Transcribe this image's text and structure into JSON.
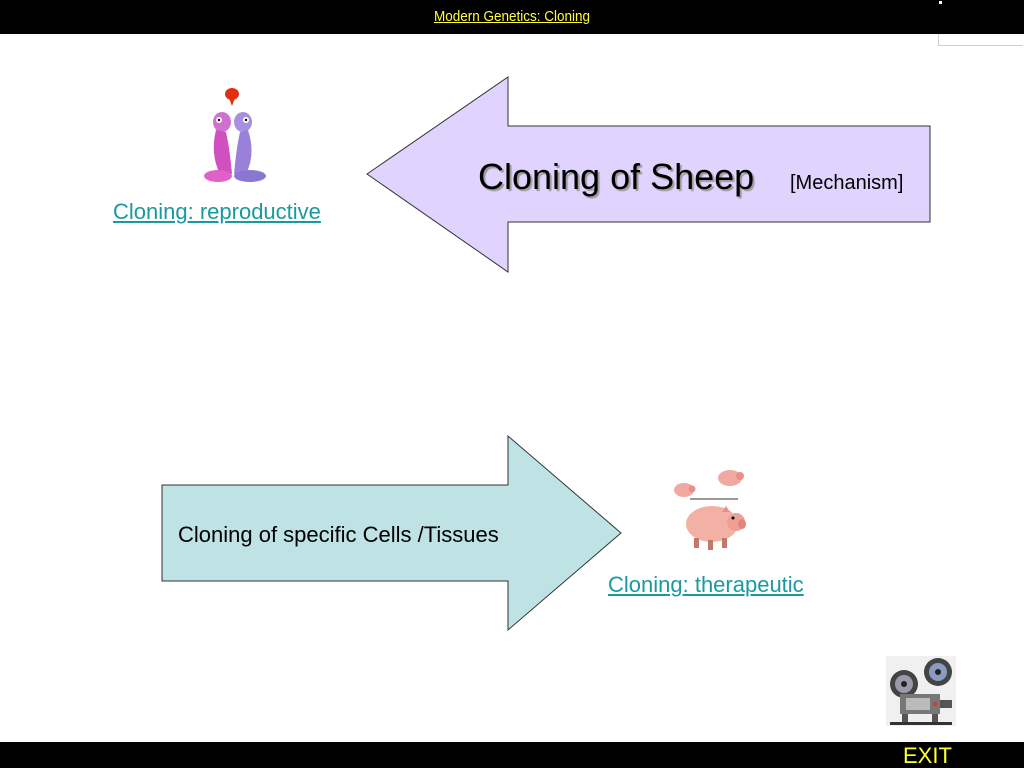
{
  "header": {
    "title": "Modern Genetics: Cloning"
  },
  "footer": {
    "exit_label": "EXIT"
  },
  "arrows": {
    "sheep": {
      "title": "Cloning of Sheep",
      "subtitle": "[Mechanism]",
      "color": "#e0d4ff"
    },
    "cells": {
      "title": "Cloning of specific Cells /Tissues",
      "color": "#bfe2e4"
    }
  },
  "links": {
    "reproductive": "Cloning: reproductive",
    "therapeutic": "Cloning: therapeutic"
  },
  "icons": {
    "reproductive_image": "cloned-creatures-icon",
    "therapeutic_image": "flying-pigs-icon",
    "video_image": "film-projector-icon"
  },
  "colors": {
    "bar_background": "#000000",
    "bar_text": "#ffff33",
    "link": "#1a9aa0"
  }
}
